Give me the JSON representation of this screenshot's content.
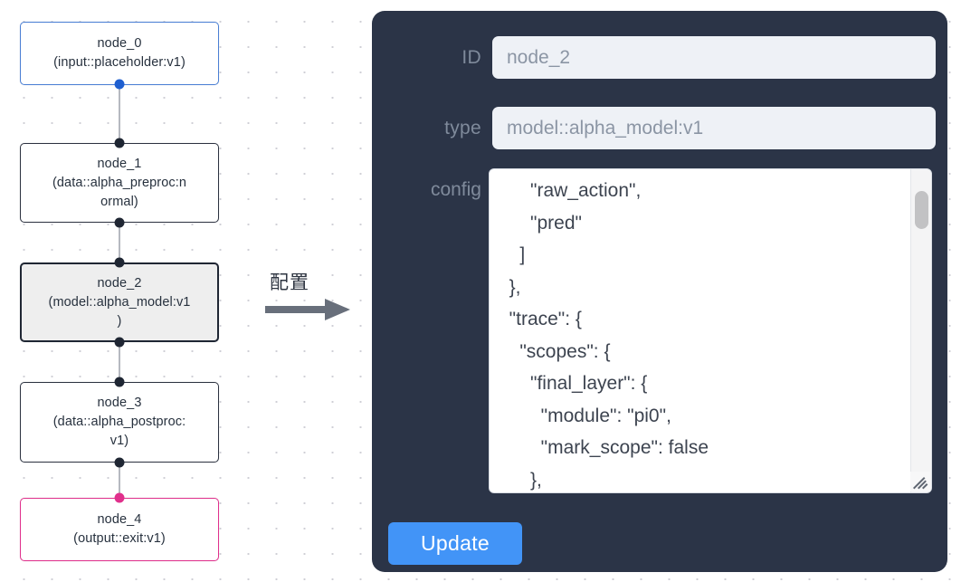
{
  "graph": {
    "nodes": [
      {
        "id": "node_0",
        "label": "node_0\n(input::placeholder:v1)",
        "kind": "input",
        "selected": false
      },
      {
        "id": "node_1",
        "label": "node_1\n(data::alpha_preproc:n\normal)",
        "kind": "default",
        "selected": false
      },
      {
        "id": "node_2",
        "label": "node_2\n(model::alpha_model:v1\n)",
        "kind": "default",
        "selected": true
      },
      {
        "id": "node_3",
        "label": "node_3\n(data::alpha_postproc:\nv1)",
        "kind": "default",
        "selected": false
      },
      {
        "id": "node_4",
        "label": "node_4\n(output::exit:v1)",
        "kind": "output",
        "selected": false
      }
    ]
  },
  "arrow": {
    "label": "配置",
    "icon": "arrow-right-icon"
  },
  "panel": {
    "fields": {
      "id": {
        "label": "ID",
        "value": "node_2",
        "placeholder": "node_2"
      },
      "type": {
        "label": "type",
        "value": "model::alpha_model:v1",
        "placeholder": "model::alpha_model:v1"
      },
      "config": {
        "label": "config",
        "value": "      \"raw_action\",\n      \"pred\"\n    ]\n  },\n  \"trace\": {\n    \"scopes\": {\n      \"final_layer\": {\n        \"module\": \"pi0\",\n        \"mark_scope\": false\n      },\n      \"action_model\": {"
      }
    },
    "update_button": "Update"
  },
  "colors": {
    "panel_bg": "#2b3447",
    "accent_button": "#4294f7",
    "input_node_border": "#4a7fd4",
    "output_node_border": "#e0308c",
    "selected_node_fill": "#eeeeee",
    "field_input_bg": "#eef1f6",
    "label_text": "#7f8a9b"
  }
}
